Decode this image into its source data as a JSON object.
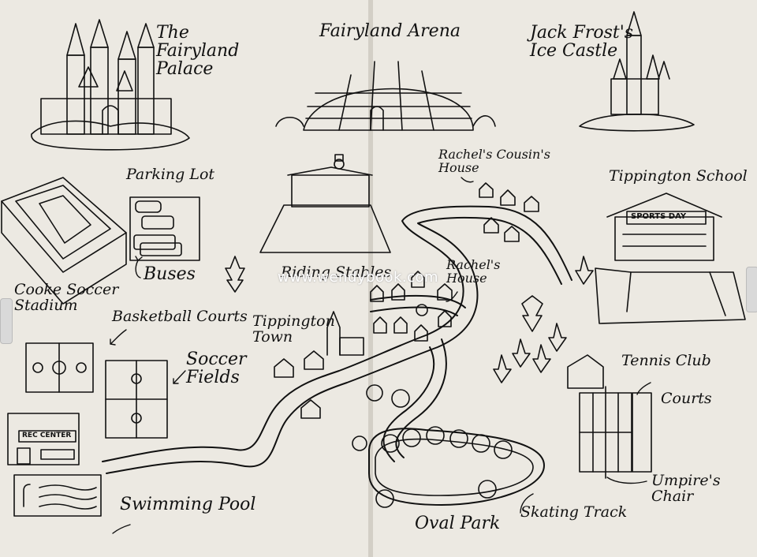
{
  "labels": {
    "fairyland_palace": "The\nFairyland\nPalace",
    "fairyland_arena": "Fairyland Arena",
    "jack_frost": "Jack Frost's\nIce Castle",
    "parking_lot": "Parking Lot",
    "buses": "Buses",
    "cooke_soccer": "Cooke Soccer\nStadium",
    "riding_stables": "Riding Stables",
    "rachels_cousins_house": "Rachel's Cousin's\nHouse",
    "tippington_school": "Tippington School",
    "sports_day": "SPORTS DAY",
    "rachels_house": "Rachel's\nHouse",
    "basketball_courts": "Basketball Courts",
    "tippington_town": "Tippington\nTown",
    "soccer_fields": "Soccer\nFields",
    "tennis_club": "Tennis Club",
    "courts": "Courts",
    "rec_center": "REC CENTER",
    "umpires_chair": "Umpire's\nChair",
    "swimming_pool": "Swimming Pool",
    "oval_park": "Oval Park",
    "skating_track": "Skating Track"
  },
  "watermark": "www.wendybook.com",
  "colors": {
    "ink": "#111111",
    "paper": "#ece9e2",
    "fold": "#d8d4cc"
  }
}
